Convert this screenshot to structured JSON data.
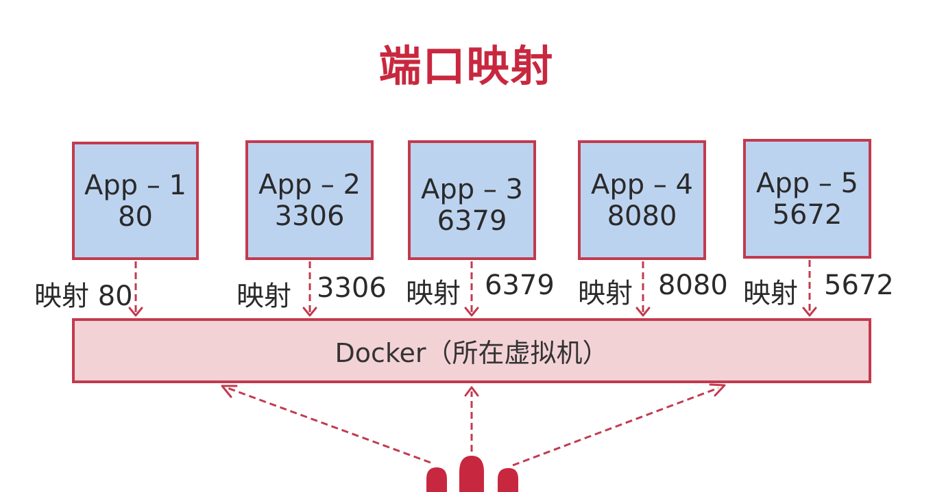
{
  "title": "端口映射",
  "apps": [
    {
      "name": "App – 1",
      "port": "80",
      "map_label": "映射 80",
      "map_port": ""
    },
    {
      "name": "App – 2",
      "port": "3306",
      "map_label": "映射",
      "map_port": "3306"
    },
    {
      "name": "App – 3",
      "port": "6379",
      "map_label": "映射",
      "map_port": "6379"
    },
    {
      "name": "App – 4",
      "port": "8080",
      "map_label": "映射",
      "map_port": "8080"
    },
    {
      "name": "App – 5",
      "port": "5672",
      "map_label": "映射",
      "map_port": "5672"
    }
  ],
  "docker_label": "Docker（所在虚拟机）",
  "colors": {
    "title": "#c8283f",
    "border": "#c23a4e",
    "app_fill": "#bcd3f0",
    "docker_fill": "#f3d2d6",
    "arrow": "#c23a4e"
  },
  "icons": [
    "user-icon",
    "user-icon",
    "user-icon"
  ]
}
